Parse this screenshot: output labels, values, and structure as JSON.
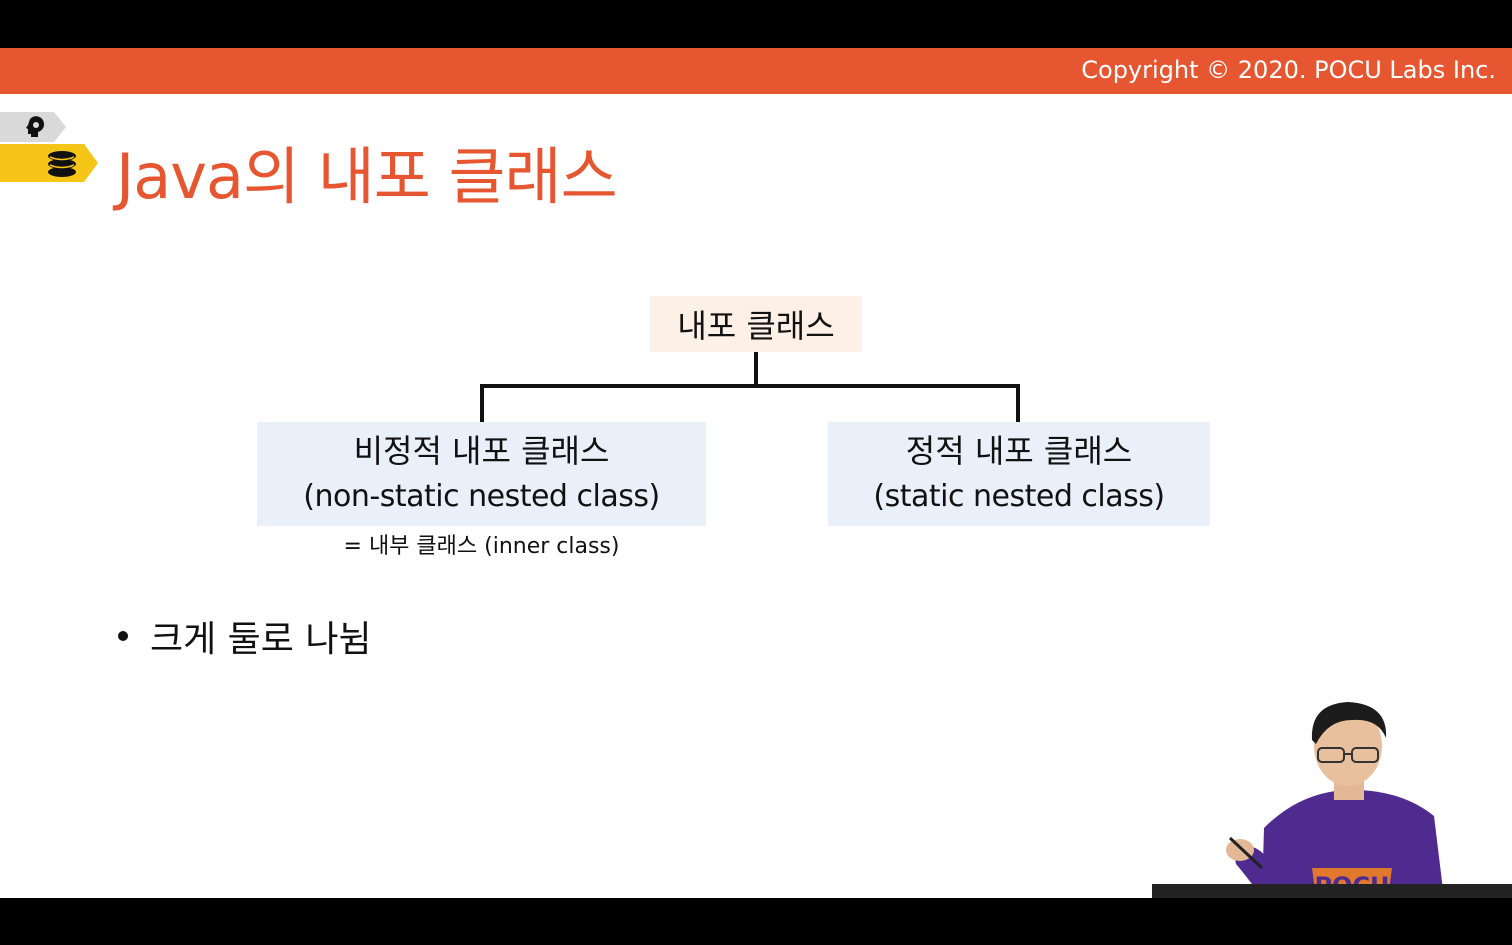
{
  "header": {
    "copyright": "Copyright © 2020. POCU Labs Inc."
  },
  "slide": {
    "title": "Java의 내포 클래스"
  },
  "diagram": {
    "root": "내포 클래스",
    "left": {
      "line1": "비정적 내포 클래스",
      "line2": "(non-static nested class)",
      "note": "= 내부 클래스 (inner class)"
    },
    "right": {
      "line1": "정적 내포 클래스",
      "line2": "(static nested class)"
    }
  },
  "bullets": [
    {
      "text": "크게 둘로 나뉨"
    }
  ],
  "presenter": {
    "shirt_text": "POCU"
  },
  "colors": {
    "accent": "#e65631",
    "root_fill": "#fdf0e6",
    "child_fill": "#eaf0fa",
    "tab_yellow": "#f5c518",
    "tab_gray": "#d9d9d9"
  },
  "icons": {
    "gray_tab": "head-idea-icon",
    "yellow_tab": "book-stack-icon"
  }
}
